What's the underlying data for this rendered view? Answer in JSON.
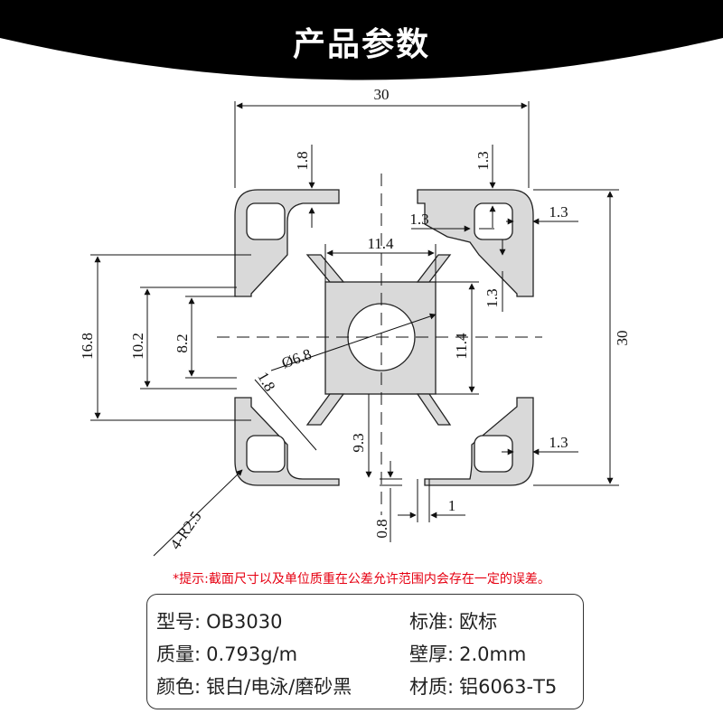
{
  "header": {
    "title": "产品参数",
    "bg_color": "#000000"
  },
  "drawing": {
    "dims": {
      "width_overall": "30",
      "height_overall": "30",
      "slot_lip_top": "1.8",
      "lip_right_top": "1.3",
      "wall_left": "1.3",
      "wall_right": "1.3",
      "wall_right_vertical": "1.3",
      "core_width": "11.4",
      "core_height": "11.4",
      "slot_outer": "16.8",
      "slot_mid": "10.2",
      "slot_inner": "8.2",
      "bore_diameter": "Ø6.8",
      "diag_wall": "1.8",
      "slot_depth": "9.3",
      "wall_bottom_right": "1.3",
      "groove_width": "1",
      "groove_depth": "0.8",
      "corner_radius": "4-R2.5"
    }
  },
  "note": "*提示:截面尺寸以及单位质重在公差允许范围内会存在一定的误差。",
  "specs": {
    "model_label": "型号:",
    "model": "OB3030",
    "standard_label": "标准:",
    "standard": "欧标",
    "weight_label": "质量:",
    "weight": "0.793g/m",
    "wall_label": "壁厚:",
    "wall": "2.0mm",
    "color_label": "颜色:",
    "color": "银白/电泳/磨砂黑",
    "material_label": "材质:",
    "material": "铝6063-T5"
  }
}
